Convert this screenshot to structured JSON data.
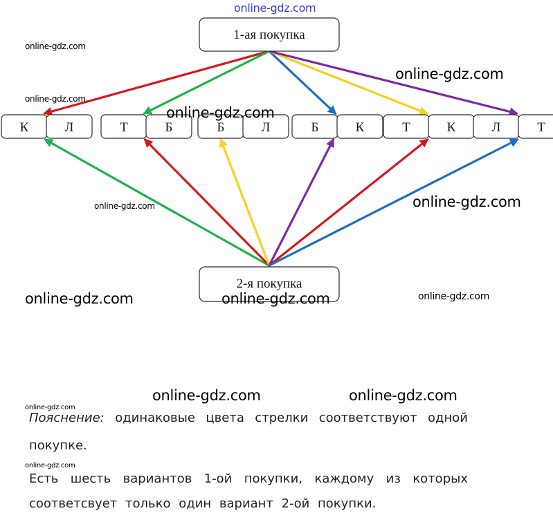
{
  "watermark": "online-gdz.com",
  "top_node": {
    "label": "1-ая покупка"
  },
  "bottom_node": {
    "label": "2-я покупка"
  },
  "pairs": [
    {
      "letters": [
        "К",
        "Л"
      ]
    },
    {
      "letters": [
        "Т",
        "Б"
      ]
    },
    {
      "letters": [
        "Б",
        "Л"
      ]
    },
    {
      "letters": [
        "Б",
        "К"
      ]
    },
    {
      "letters": [
        "Т",
        "К"
      ]
    },
    {
      "letters": [
        "Л",
        "Т"
      ]
    }
  ],
  "colors": {
    "red": "#d7191c",
    "green": "#1db34a",
    "blue": "#1a6fc4",
    "yellow": "#f7d21e",
    "purple": "#7b2aa8"
  },
  "top_arrows": [
    {
      "pair": 0,
      "slot": 0,
      "color": "red"
    },
    {
      "pair": 1,
      "slot": 0,
      "color": "green"
    },
    {
      "pair": 3,
      "slot": 0,
      "color": "blue"
    },
    {
      "pair": 4,
      "slot": 0,
      "color": "yellow"
    },
    {
      "pair": 5,
      "slot": 0,
      "color": "purple"
    }
  ],
  "bottom_arrows": [
    {
      "pair": 0,
      "slot": 1,
      "color": "green"
    },
    {
      "pair": 1,
      "slot": 1,
      "color": "red"
    },
    {
      "pair": 2,
      "slot": 0,
      "color": "yellow"
    },
    {
      "pair": 3,
      "slot": 0,
      "color": "purple"
    },
    {
      "pair": 4,
      "slot": 1,
      "color": "red"
    },
    {
      "pair": 5,
      "slot": 1,
      "color": "blue"
    }
  ],
  "explanation": {
    "label": "Пояснение:",
    "line1": "одинаковые цвета стрелки соответствуют одной",
    "line2": "покупке.",
    "line3": "Есть шесть вариантов 1-ой покупки, каждому из которых",
    "line4": "соответсвует только один вариант 2-ой покупки."
  }
}
